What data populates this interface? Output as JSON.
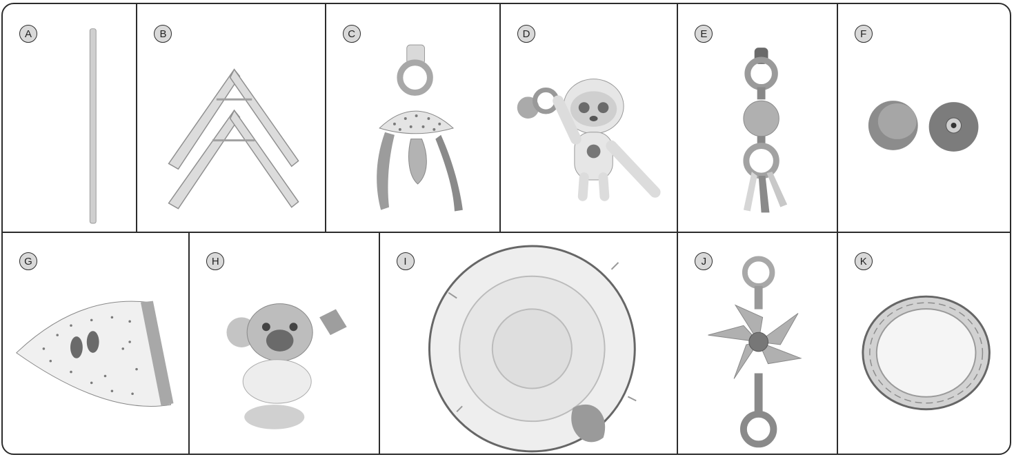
{
  "parts": [
    {
      "label": "A",
      "name": "frame-pole"
    },
    {
      "label": "B",
      "name": "a-frame-legs"
    },
    {
      "label": "C",
      "name": "hanging-mobile"
    },
    {
      "label": "D",
      "name": "sloth-toy"
    },
    {
      "label": "E",
      "name": "link-rattle"
    },
    {
      "label": "F",
      "name": "end-caps"
    },
    {
      "label": "G",
      "name": "pillow"
    },
    {
      "label": "H",
      "name": "koala-toy"
    },
    {
      "label": "I",
      "name": "play-mat"
    },
    {
      "label": "J",
      "name": "flower-toy"
    },
    {
      "label": "K",
      "name": "mirror"
    }
  ],
  "colors": {
    "border": "#2b2b2b",
    "badge": "#d9d9d9",
    "toy_light": "#d6d6d6",
    "toy_mid": "#a9a9a9",
    "toy_dark": "#6e6e6e"
  }
}
